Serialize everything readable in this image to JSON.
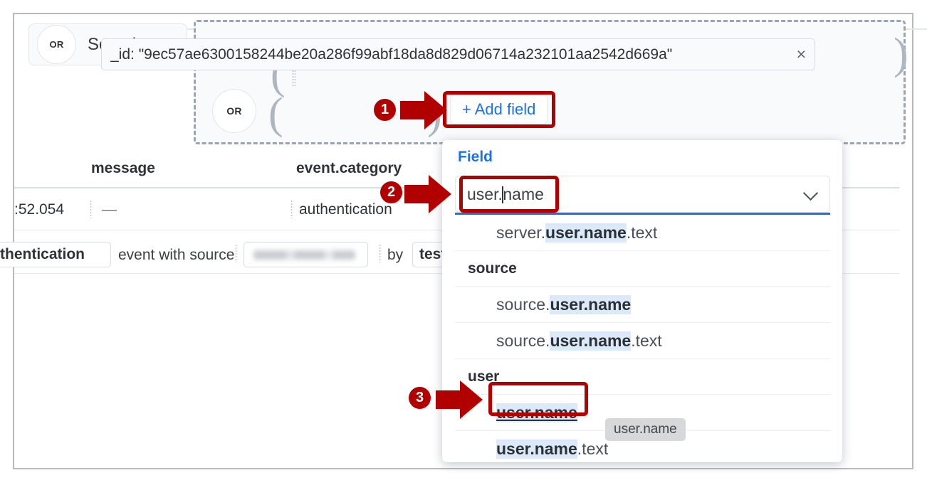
{
  "search_pill": {
    "operator": "OR",
    "label": "Search",
    "caret_icon": "chevron-down-icon"
  },
  "query_group": {
    "row1": {
      "paren_open": "(",
      "paren_close": ")",
      "id_chip": {
        "text": "_id: \"9ec57ae6300158244be20a286f99abf18da8d829d06714a232101aa2542d669a\"",
        "remove_icon": "×"
      }
    },
    "row2": {
      "operator": "OR",
      "paren_open": "(",
      "paren_close": ")",
      "add_field_label": "+ Add field"
    }
  },
  "table": {
    "headers": {
      "message": "message",
      "event_category": "event.category"
    },
    "row": {
      "timestamp": ":52.054",
      "message": "—",
      "event_category": "authentication"
    },
    "expanded_row": {
      "category_pill": "thentication",
      "text_1": "event with source",
      "redacted_value": "",
      "text_2": "by",
      "user_pill": "test-u"
    }
  },
  "dropdown": {
    "title": "Field",
    "input_value_before_caret": "user.",
    "input_value_after_caret": "name",
    "caret_icon": "chevron-down-icon",
    "options": [
      {
        "type": "option",
        "prefix": "server.",
        "highlight": "user.name",
        "suffix": ".text",
        "selected": false
      },
      {
        "type": "group",
        "label": "source"
      },
      {
        "type": "option",
        "prefix": "source.",
        "highlight": "user.name",
        "suffix": "",
        "selected": false
      },
      {
        "type": "option",
        "prefix": "source.",
        "highlight": "user.name",
        "suffix": ".text",
        "selected": false
      },
      {
        "type": "group",
        "label": "user"
      },
      {
        "type": "option",
        "prefix": "",
        "highlight": "user.name",
        "suffix": "",
        "selected": true
      },
      {
        "type": "option",
        "prefix": "",
        "highlight": "user.name",
        "suffix": ".text",
        "selected": false
      }
    ],
    "tooltip": "user.name"
  },
  "annotations": {
    "markers": [
      "1",
      "2",
      "3"
    ]
  },
  "colors": {
    "accent_blue": "#1b72e8",
    "annotation_red": "#b00000",
    "highlight_bg": "#dce9f8"
  }
}
